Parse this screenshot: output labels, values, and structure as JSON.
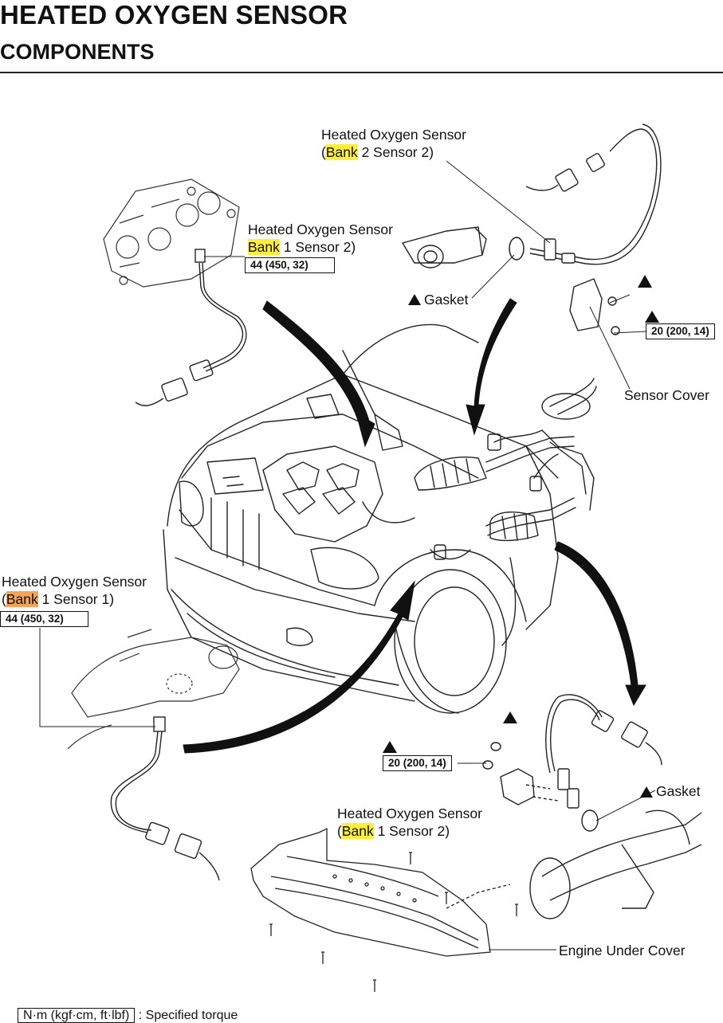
{
  "header": {
    "title": "HEATED OXYGEN SENSOR",
    "subtitle": "COMPONENTS"
  },
  "labels": {
    "b2s2": {
      "line1": "Heated Oxygen Sensor",
      "paren_open": "(",
      "bank": "Bank",
      "rest": " 2 Sensor 2)"
    },
    "b1s2_top": {
      "line1": "Heated Oxygen Sensor",
      "bank": "Bank",
      "rest": " 1 Sensor 2)"
    },
    "b1s1": {
      "line1": "Heated Oxygen Sensor",
      "paren_open": "(",
      "bank": "Bank",
      "rest": " 1 Sensor 1)"
    },
    "b1s2_bottom": {
      "line1": "Heated Oxygen Sensor",
      "paren_open": "(",
      "bank": "Bank",
      "rest": " 1 Sensor 2)"
    },
    "gasket_top": "Gasket",
    "gasket_bottom": "Gasket",
    "sensor_cover": "Sensor Cover",
    "engine_under_cover": "Engine Under Cover"
  },
  "torques": {
    "b1s2_top": "44 (450, 32)",
    "b1s1": "44 (450, 32)",
    "sensor_cover": "20 (200, 14)",
    "rear_nuts": "20 (200, 14)"
  },
  "legend": {
    "box_text": "N·m (kgf·cm, ft·lbf)",
    "description": ": Specified torque"
  },
  "icons": {
    "non_reusable": "black-triangle-icon"
  },
  "colors": {
    "highlight_bank": "#ffef3a",
    "highlight_bank_active": "#f3a35a"
  }
}
